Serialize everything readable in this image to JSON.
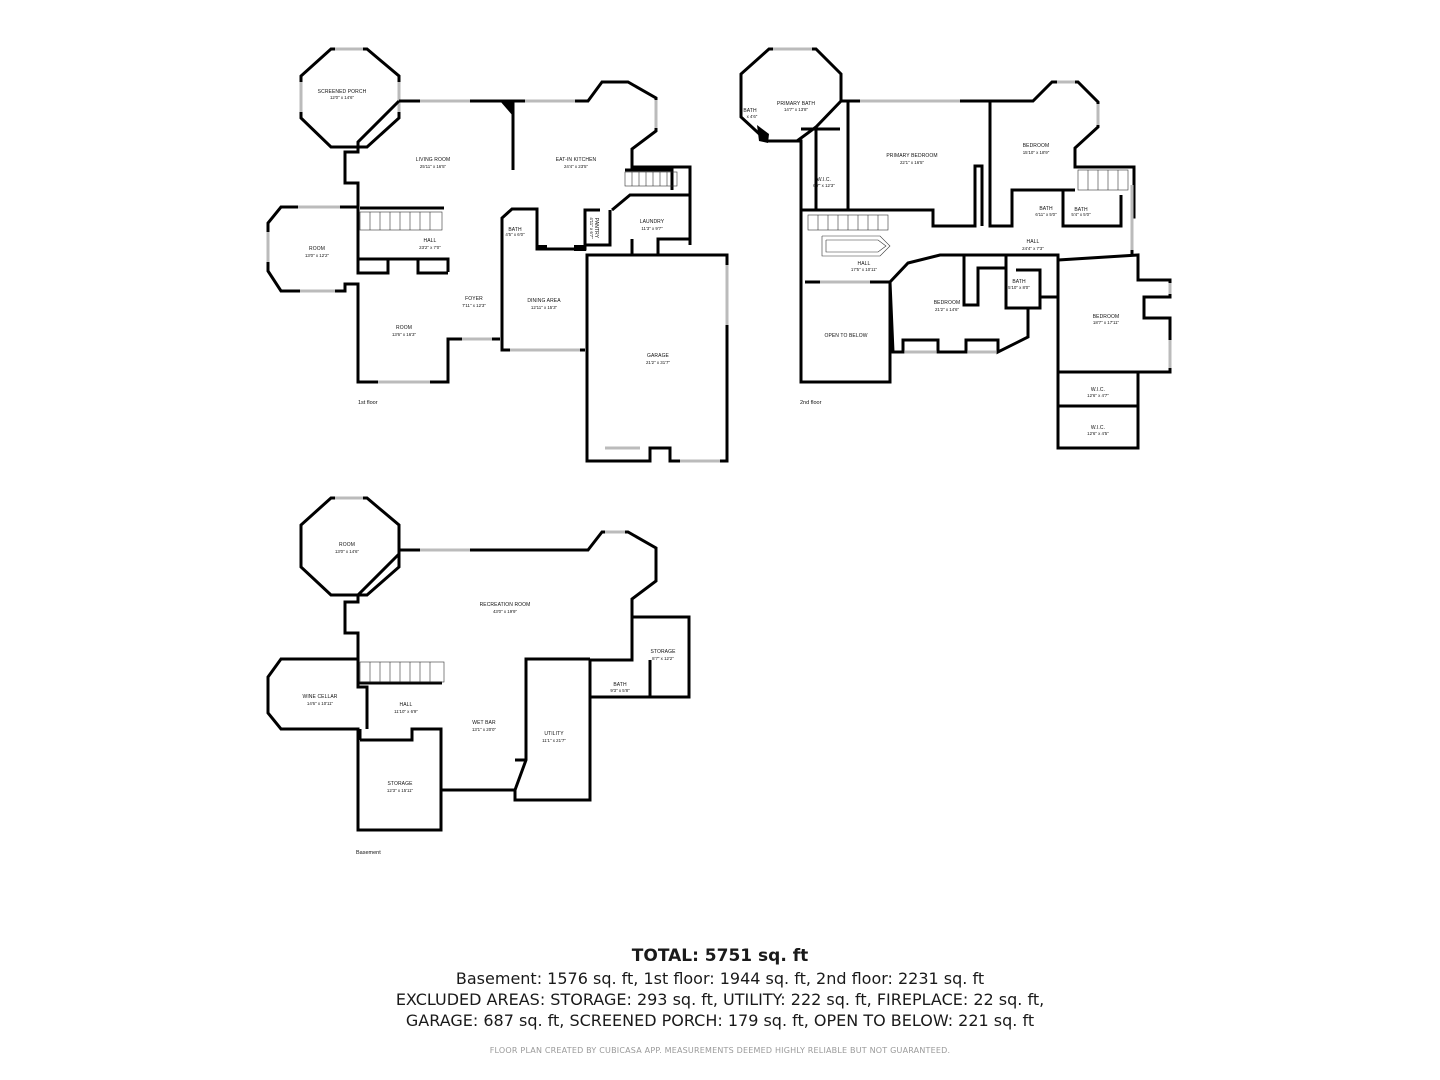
{
  "floors": {
    "first": {
      "label": "1st floor",
      "rooms": [
        {
          "name": "SCREENED PORCH",
          "dim": "12'0\" x 14'6\""
        },
        {
          "name": "LIVING ROOM",
          "dim": "25'11\" x 16'5\""
        },
        {
          "name": "EAT-IN KITCHEN",
          "dim": "24'4\" x 23'5\""
        },
        {
          "name": "ROOM",
          "dim": "13'0\" x 12'2\""
        },
        {
          "name": "HALL",
          "dim": "23'2\" x 7'0\""
        },
        {
          "name": "BATH",
          "dim": "4'5\" x 6'0\""
        },
        {
          "name": "PANTRY",
          "dim": "4'11\" x 6'7\""
        },
        {
          "name": "LAUNDRY",
          "dim": "11'3\" x 9'7\""
        },
        {
          "name": "FOYER",
          "dim": "7'11\" x 12'3\""
        },
        {
          "name": "DINING AREA",
          "dim": "12'11\" x 15'3\""
        },
        {
          "name": "ROOM",
          "dim": "13'6\" x 16'3\""
        },
        {
          "name": "GARAGE",
          "dim": "21'2\" x 31'7\""
        }
      ]
    },
    "second": {
      "label": "2nd floor",
      "rooms": [
        {
          "name": "PRIMARY BATH",
          "dim": "14'7\" x 13'8\""
        },
        {
          "name": "BATH",
          "dim": "x 4'6\""
        },
        {
          "name": "W.I.C.",
          "dim": "6'7\" x 12'3\""
        },
        {
          "name": "PRIMARY BEDROOM",
          "dim": "22'1\" x 16'5\""
        },
        {
          "name": "BEDROOM",
          "dim": "15'10\" x 18'9\""
        },
        {
          "name": "BATH",
          "dim": "6'11\" x 5'0\""
        },
        {
          "name": "BATH",
          "dim": "5'4\" x 5'0\""
        },
        {
          "name": "HALL",
          "dim": "24'4\" x 7'3\""
        },
        {
          "name": "HALL",
          "dim": "17'5\" x 10'11\""
        },
        {
          "name": "BEDROOM",
          "dim": "21'2\" x 14'6\""
        },
        {
          "name": "BATH",
          "dim": "5'10\" x 8'0\""
        },
        {
          "name": "BEDROOM",
          "dim": "18'7\" x 17'11\""
        },
        {
          "name": "OPEN TO BELOW",
          "dim": ""
        },
        {
          "name": "W.I.C.",
          "dim": "12'6\" x 4'7\""
        },
        {
          "name": "W.I.C.",
          "dim": "12'6\" x 4'5\""
        }
      ]
    },
    "basement": {
      "label": "Basement",
      "rooms": [
        {
          "name": "ROOM",
          "dim": "13'0\" x 14'6\""
        },
        {
          "name": "RECREATION ROOM",
          "dim": "43'0\" x 19'9\""
        },
        {
          "name": "STORAGE",
          "dim": "8'7\" x 12'2\""
        },
        {
          "name": "WINE CELLAR",
          "dim": "14'6\" x 10'11\""
        },
        {
          "name": "HALL",
          "dim": "11'10\" x 6'9\""
        },
        {
          "name": "BATH",
          "dim": "9'3\" x 5'8\""
        },
        {
          "name": "WET BAR",
          "dim": "13'1\" x 20'0\""
        },
        {
          "name": "UTILITY",
          "dim": "11'1\" x 21'7\""
        },
        {
          "name": "STORAGE",
          "dim": "12'3\" x 15'11\""
        }
      ]
    }
  },
  "summary": {
    "total": "TOTAL: 5751 sq. ft",
    "line1": "Basement: 1576 sq. ft, 1st floor: 1944 sq. ft, 2nd floor: 2231 sq. ft",
    "line2": "EXCLUDED AREAS: STORAGE: 293 sq. ft, UTILITY: 222 sq. ft, FIREPLACE: 22 sq. ft,",
    "line3": "GARAGE: 687 sq. ft, SCREENED PORCH: 179 sq. ft, OPEN TO BELOW: 221 sq. ft",
    "credit": "FLOOR PLAN CREATED BY CUBICASA APP. MEASUREMENTS DEEMED HIGHLY RELIABLE BUT NOT GUARANTEED."
  }
}
